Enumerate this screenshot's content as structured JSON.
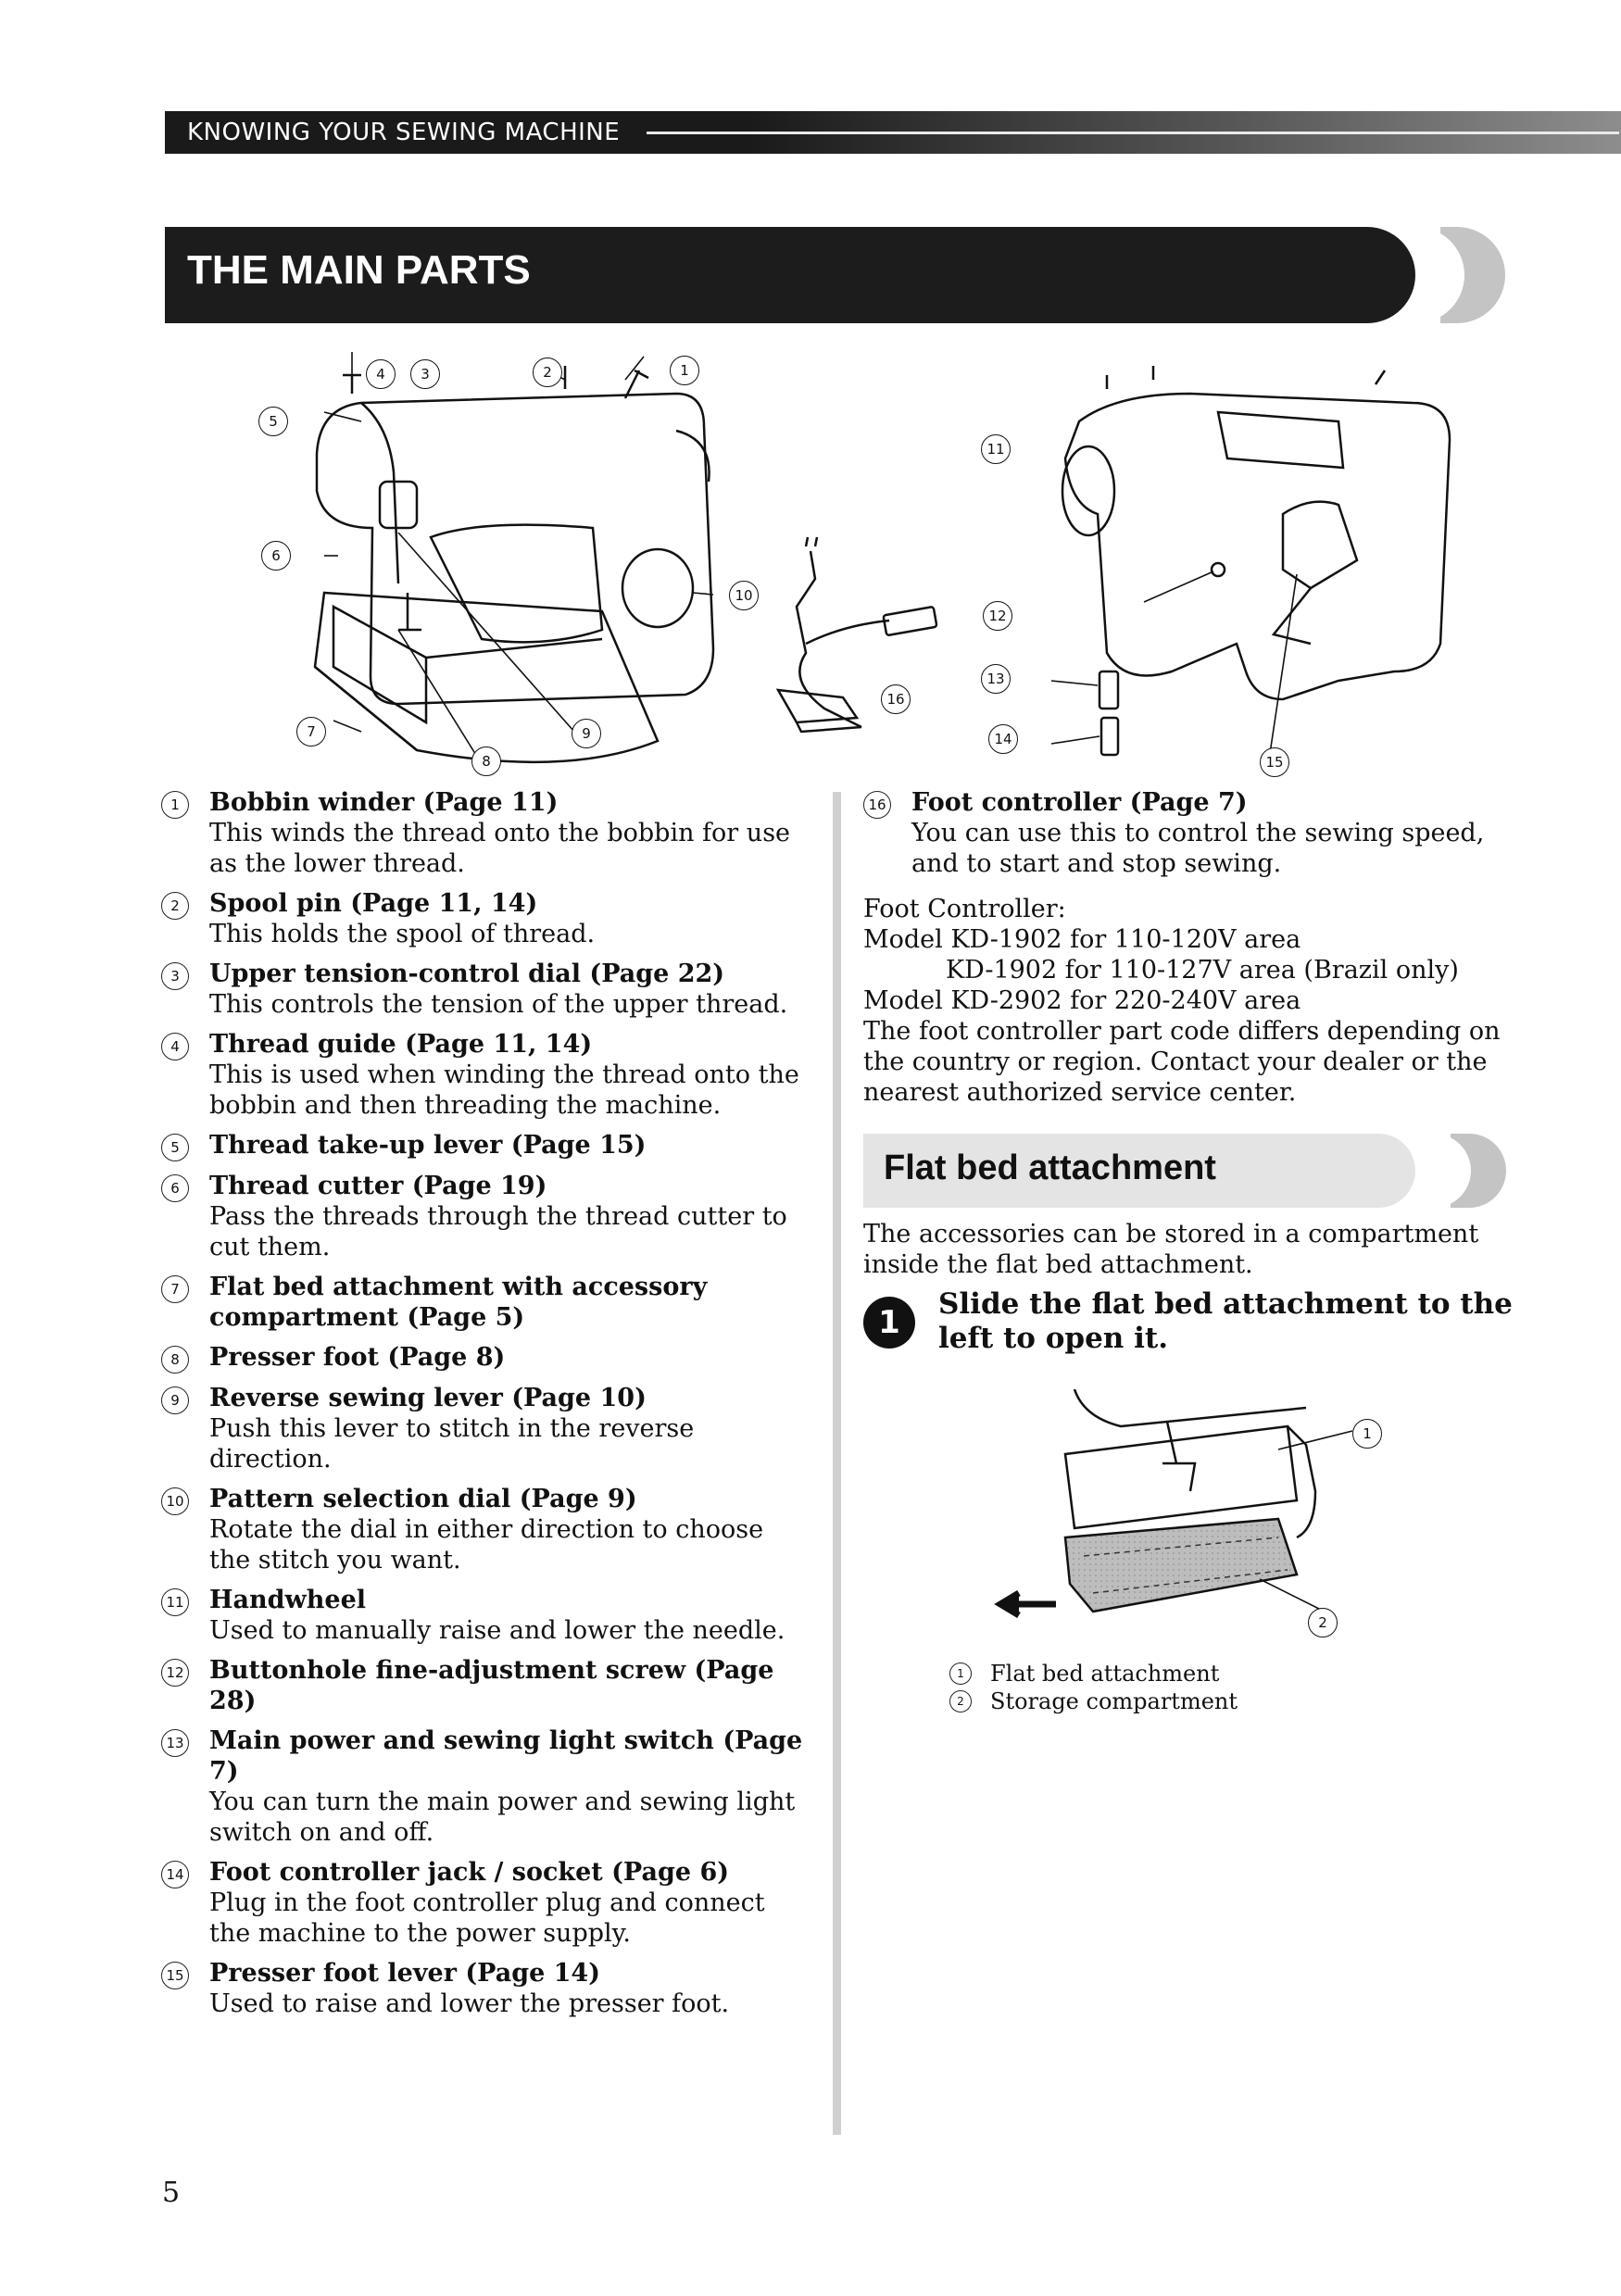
{
  "header": {
    "section": "KNOWING YOUR SEWING MACHINE"
  },
  "title": "THE MAIN PARTS",
  "callouts": [
    "1",
    "2",
    "3",
    "4",
    "5",
    "6",
    "7",
    "8",
    "9",
    "10",
    "11",
    "12",
    "13",
    "14",
    "15",
    "16"
  ],
  "parts": [
    {
      "n": "1",
      "title": "Bobbin winder (Page 11)",
      "desc": "This winds the thread onto the bobbin for use as the lower thread."
    },
    {
      "n": "2",
      "title": "Spool pin (Page 11, 14)",
      "desc": "This holds the spool of thread."
    },
    {
      "n": "3",
      "title": "Upper tension-control dial (Page 22)",
      "desc": "This controls the tension of the upper thread."
    },
    {
      "n": "4",
      "title": "Thread guide (Page 11, 14)",
      "desc": "This is used when winding the thread onto the bobbin and then threading the machine."
    },
    {
      "n": "5",
      "title": "Thread take-up lever (Page 15)",
      "desc": ""
    },
    {
      "n": "6",
      "title": "Thread cutter (Page 19)",
      "desc": "Pass the threads through the thread cutter to cut them."
    },
    {
      "n": "7",
      "title": "Flat bed attachment with accessory compartment (Page 5)",
      "desc": ""
    },
    {
      "n": "8",
      "title": "Presser foot (Page 8)",
      "desc": ""
    },
    {
      "n": "9",
      "title": "Reverse sewing lever (Page 10)",
      "desc": "Push this lever to stitch in the reverse direction."
    },
    {
      "n": "10",
      "title": "Pattern selection dial (Page 9)",
      "desc": "Rotate the dial in either direction to choose the stitch you want."
    },
    {
      "n": "11",
      "title": "Handwheel",
      "desc": "Used to manually raise and lower the needle."
    },
    {
      "n": "12",
      "title": "Buttonhole fine-adjustment screw (Page 28)",
      "desc": ""
    },
    {
      "n": "13",
      "title": "Main power and sewing light switch (Page 7)",
      "desc": "You can turn the main power and sewing light switch on and off."
    },
    {
      "n": "14",
      "title": "Foot controller jack / socket (Page 6)",
      "desc": "Plug in the foot controller plug and connect the machine to the power supply."
    },
    {
      "n": "15",
      "title": "Presser foot lever (Page 14)",
      "desc": "Used to raise and lower the presser foot."
    }
  ],
  "part16": {
    "n": "16",
    "title": "Foot controller (Page 7)",
    "desc": "You can use this to control the sewing speed, and to start and stop sewing."
  },
  "foot_controller": {
    "label": "Foot Controller:",
    "line1": "Model KD-1902 for 110-120V area",
    "line2": "KD-1902 for 110-127V area (Brazil only)",
    "line3": "Model KD-2902 for 220-240V area",
    "note": "The foot controller part code differs depending on the country or region. Contact your dealer or the nearest authorized service center."
  },
  "flatbed": {
    "heading": "Flat bed attachment",
    "intro": "The accessories can be stored in a compartment inside the flat bed attachment.",
    "step_number": "1",
    "step_text": "Slide the flat bed attachment to the left to open it.",
    "legend": [
      {
        "n": "1",
        "label": "Flat bed attachment"
      },
      {
        "n": "2",
        "label": "Storage compartment"
      }
    ]
  },
  "page_number": "5"
}
